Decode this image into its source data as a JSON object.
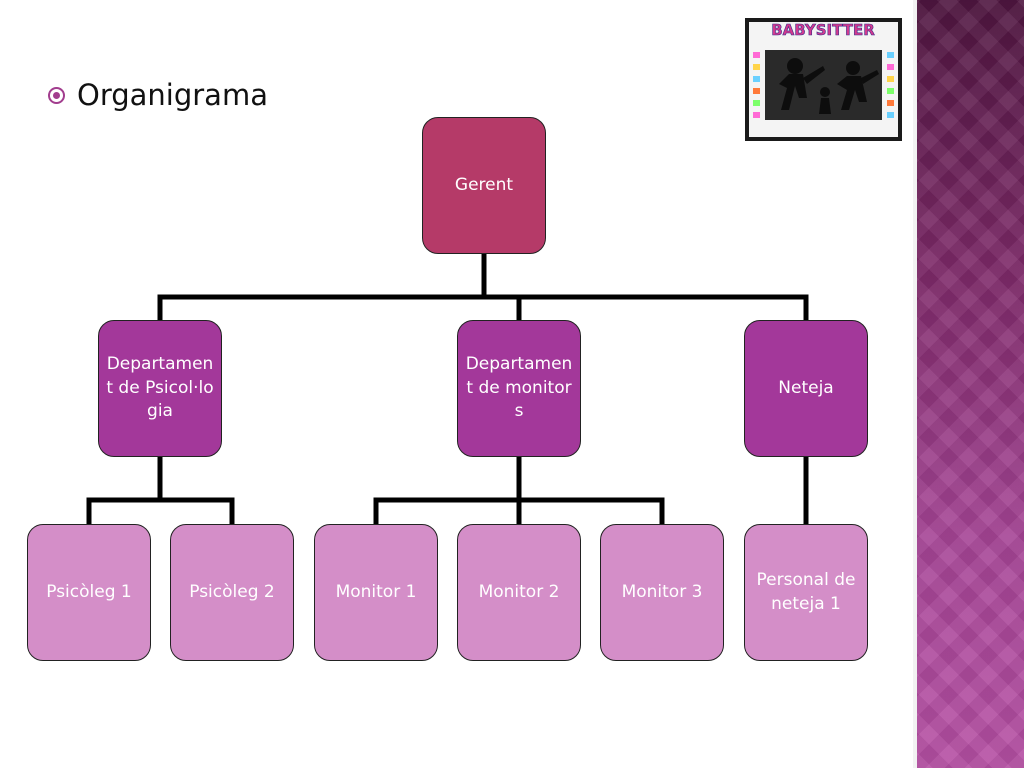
{
  "slide": {
    "title": "Organigrama",
    "logo_text": "BABYSITTER"
  },
  "colors": {
    "root": "#b53a68",
    "department": "#a3389a",
    "staff": "#d48ec8",
    "accent": "#a23d8e",
    "side_strip": "#8f3480"
  },
  "icons": {
    "bullet": "target-bullet-icon",
    "logo": "babysitter-logo"
  },
  "org": {
    "root": {
      "label": "Gerent"
    },
    "departments": [
      {
        "label": "Departamen t de Psicol·logia",
        "children": [
          "Psicòleg 1",
          "Psicòleg 2"
        ]
      },
      {
        "label": "Departamen t de monitors",
        "children": [
          "Monitor 1",
          "Monitor 2",
          "Monitor 3"
        ]
      },
      {
        "label": "Neteja",
        "children": [
          "Personal de neteja 1"
        ]
      }
    ]
  }
}
